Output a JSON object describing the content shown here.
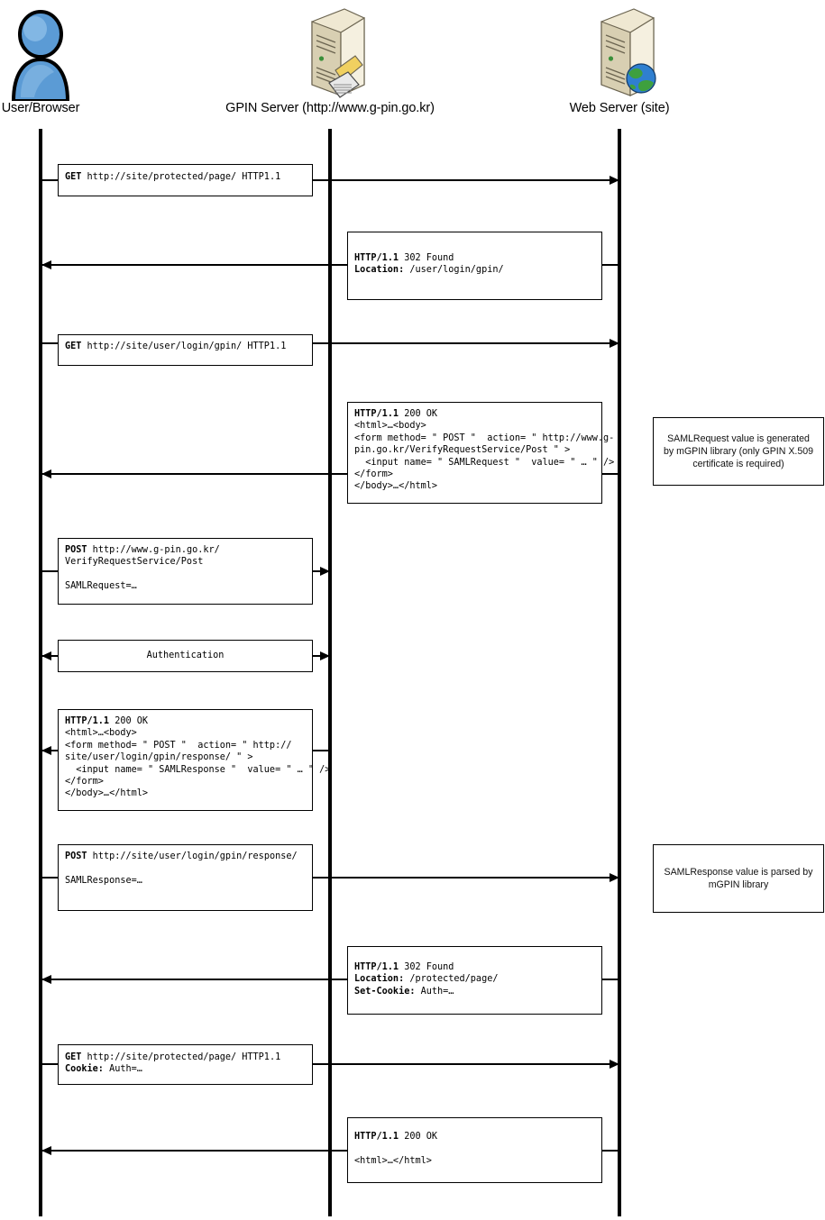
{
  "diagram": {
    "title": "GPIN SAML authentication sequence",
    "actors": [
      {
        "id": "user",
        "label": "User/Browser",
        "icon": "user-avatar-icon"
      },
      {
        "id": "gpin",
        "label": "GPIN Server (http://www.g-pin.go.kr)",
        "icon": "server-tower-icon"
      },
      {
        "id": "web",
        "label": "Web Server (site)",
        "icon": "server-globe-icon"
      }
    ],
    "messages": [
      {
        "id": "m1",
        "from": "user",
        "to": "web",
        "direction": "right",
        "lines": [
          {
            "bold": "GET",
            "text": " http://site/protected/page/ HTTP1.1"
          }
        ]
      },
      {
        "id": "m2",
        "from": "web",
        "to": "user",
        "direction": "left",
        "lines": [
          {
            "bold": "HTTP/1.1",
            "text": " 302 Found"
          },
          {
            "bold": "Location:",
            "text": " /user/login/gpin/"
          }
        ]
      },
      {
        "id": "m3",
        "from": "user",
        "to": "web",
        "direction": "right",
        "lines": [
          {
            "bold": "GET",
            "text": " http://site/user/login/gpin/ HTTP1.1"
          }
        ]
      },
      {
        "id": "m4",
        "from": "web",
        "to": "user",
        "direction": "left",
        "lines": [
          {
            "bold": "HTTP/1.1",
            "text": " 200 OK"
          },
          {
            "bold": "",
            "text": "<html>…<body>"
          },
          {
            "bold": "",
            "text": "<form method= \" POST \"  action= \" http://www.g-"
          },
          {
            "bold": "",
            "text": "pin.go.kr/VerifyRequestService/Post \" >"
          },
          {
            "bold": "",
            "text": "  <input name= \" SAMLRequest \"  value= \" … \" />"
          },
          {
            "bold": "",
            "text": "</form>"
          },
          {
            "bold": "",
            "text": "</body>…</html>"
          }
        ]
      },
      {
        "id": "m5",
        "from": "user",
        "to": "gpin",
        "direction": "right",
        "lines": [
          {
            "bold": "POST",
            "text": " http://www.g-pin.go.kr/"
          },
          {
            "bold": "",
            "text": "VerifyRequestService/Post"
          },
          {
            "bold": "",
            "text": ""
          },
          {
            "bold": "",
            "text": "SAMLRequest=…"
          }
        ]
      },
      {
        "id": "m6",
        "from": "user",
        "to": "gpin",
        "direction": "both",
        "centered": true,
        "lines": [
          {
            "bold": "",
            "text": "Authentication"
          }
        ]
      },
      {
        "id": "m7",
        "from": "gpin",
        "to": "user",
        "direction": "left",
        "lines": [
          {
            "bold": "HTTP/1.1",
            "text": " 200 OK"
          },
          {
            "bold": "",
            "text": "<html>…<body>"
          },
          {
            "bold": "",
            "text": "<form method= \" POST \"  action= \" http://"
          },
          {
            "bold": "",
            "text": "site/user/login/gpin/response/ \" >"
          },
          {
            "bold": "",
            "text": "  <input name= \" SAMLResponse \"  value= \" … \" />"
          },
          {
            "bold": "",
            "text": "</form>"
          },
          {
            "bold": "",
            "text": "</body>…</html>"
          }
        ]
      },
      {
        "id": "m8",
        "from": "user",
        "to": "web",
        "direction": "right",
        "lines": [
          {
            "bold": "POST",
            "text": " http://site/user/login/gpin/response/"
          },
          {
            "bold": "",
            "text": ""
          },
          {
            "bold": "",
            "text": "SAMLResponse=…"
          }
        ]
      },
      {
        "id": "m9",
        "from": "web",
        "to": "user",
        "direction": "left",
        "lines": [
          {
            "bold": "HTTP/1.1",
            "text": " 302 Found"
          },
          {
            "bold": "Location:",
            "text": " /protected/page/"
          },
          {
            "bold": "Set-Cookie:",
            "text": " Auth=…"
          }
        ]
      },
      {
        "id": "m10",
        "from": "user",
        "to": "web",
        "direction": "right",
        "lines": [
          {
            "bold": "GET",
            "text": " http://site/protected/page/ HTTP1.1"
          },
          {
            "bold": "Cookie:",
            "text": " Auth=…"
          }
        ]
      },
      {
        "id": "m11",
        "from": "web",
        "to": "user",
        "direction": "left",
        "lines": [
          {
            "bold": "HTTP/1.1",
            "text": " 200 OK"
          },
          {
            "bold": "",
            "text": ""
          },
          {
            "bold": "",
            "text": "<html>…</html>"
          }
        ]
      }
    ],
    "notes": [
      {
        "id": "n1",
        "text": "SAMLRequest value is generated by mGPIN library (only GPIN X.509 certificate is required)"
      },
      {
        "id": "n2",
        "text": "SAMLResponse value is parsed by mGPIN library"
      }
    ],
    "colors": {
      "line": "#000000",
      "box_fill": "#ffffff",
      "server_body": "#e8e0c8",
      "server_side": "#c9bfa0",
      "user_fill": "#4f8ccc",
      "globe_green": "#3a8f3a",
      "globe_blue": "#2f6fbf"
    }
  }
}
